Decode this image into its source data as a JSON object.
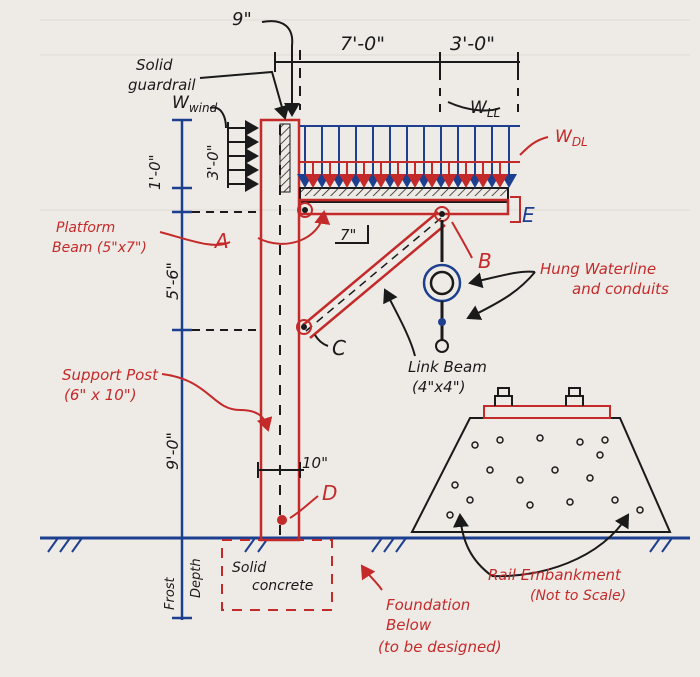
{
  "dimensions": {
    "top_post_offset": "9\"",
    "platform_span": "7'-0\"",
    "overhang": "3'-0\"",
    "guardrail_height": "3'-0\"",
    "gap_height": "1'-0\"",
    "upper_post": "5'-6\"",
    "link_offset": "7\"",
    "lower_post": "9'-0\"",
    "post_width": "10\""
  },
  "labels": {
    "solid": "Solid",
    "guardrail": "guardrail",
    "w_wind": "W",
    "w_wind_sub": "wind",
    "w_ll": "W",
    "w_ll_sub": "LL",
    "w_dl": "W",
    "w_dl_sub": "DL",
    "platform_beam": "Platform",
    "platform_beam_2": "Beam (5\"x7\")",
    "support_post": "Support Post",
    "support_post_2": "(6\" x 10\")",
    "link_beam": "Link Beam",
    "link_beam_2": "(4\"x4\")",
    "hung_waterline": "Hung Waterline",
    "hung_waterline_2": "and conduits",
    "frost": "Frost",
    "depth": "Depth",
    "solid_concrete": "Solid",
    "solid_concrete_2": "concrete",
    "foundation": "Foundation",
    "foundation_2": "Below",
    "foundation_3": "(to be designed)",
    "rail_embankment": "Rail Embankment",
    "not_to_scale": "(Not to Scale)"
  },
  "points": {
    "A": "A",
    "B": "B",
    "C": "C",
    "D": "D",
    "E": "E"
  },
  "colors": {
    "blue": "#1d3f8f",
    "red": "#c42a2a",
    "black": "#1a1a1a"
  }
}
